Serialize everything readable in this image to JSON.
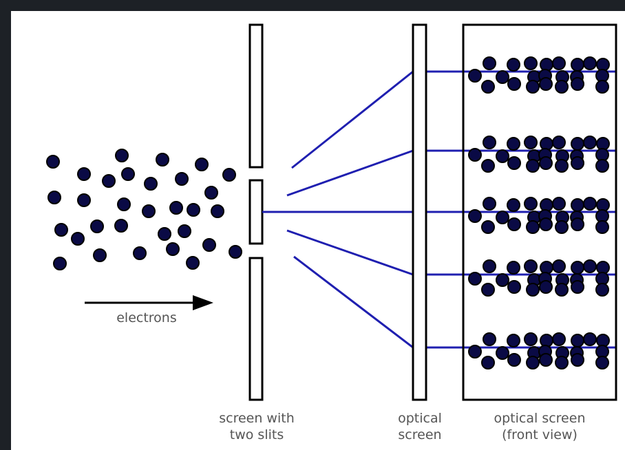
{
  "labels": {
    "electrons": "electrons",
    "two_slit_screen": [
      "screen with",
      "two slits"
    ],
    "optical_screen": [
      "optical",
      "screen"
    ],
    "optical_screen_front": [
      "optical screen",
      "(front view)"
    ]
  },
  "colors": {
    "frame": "#1d2126",
    "background": "#ffffff",
    "ray": "#1f1fb0",
    "electron": "#0a0a45",
    "label": "#555555"
  }
}
